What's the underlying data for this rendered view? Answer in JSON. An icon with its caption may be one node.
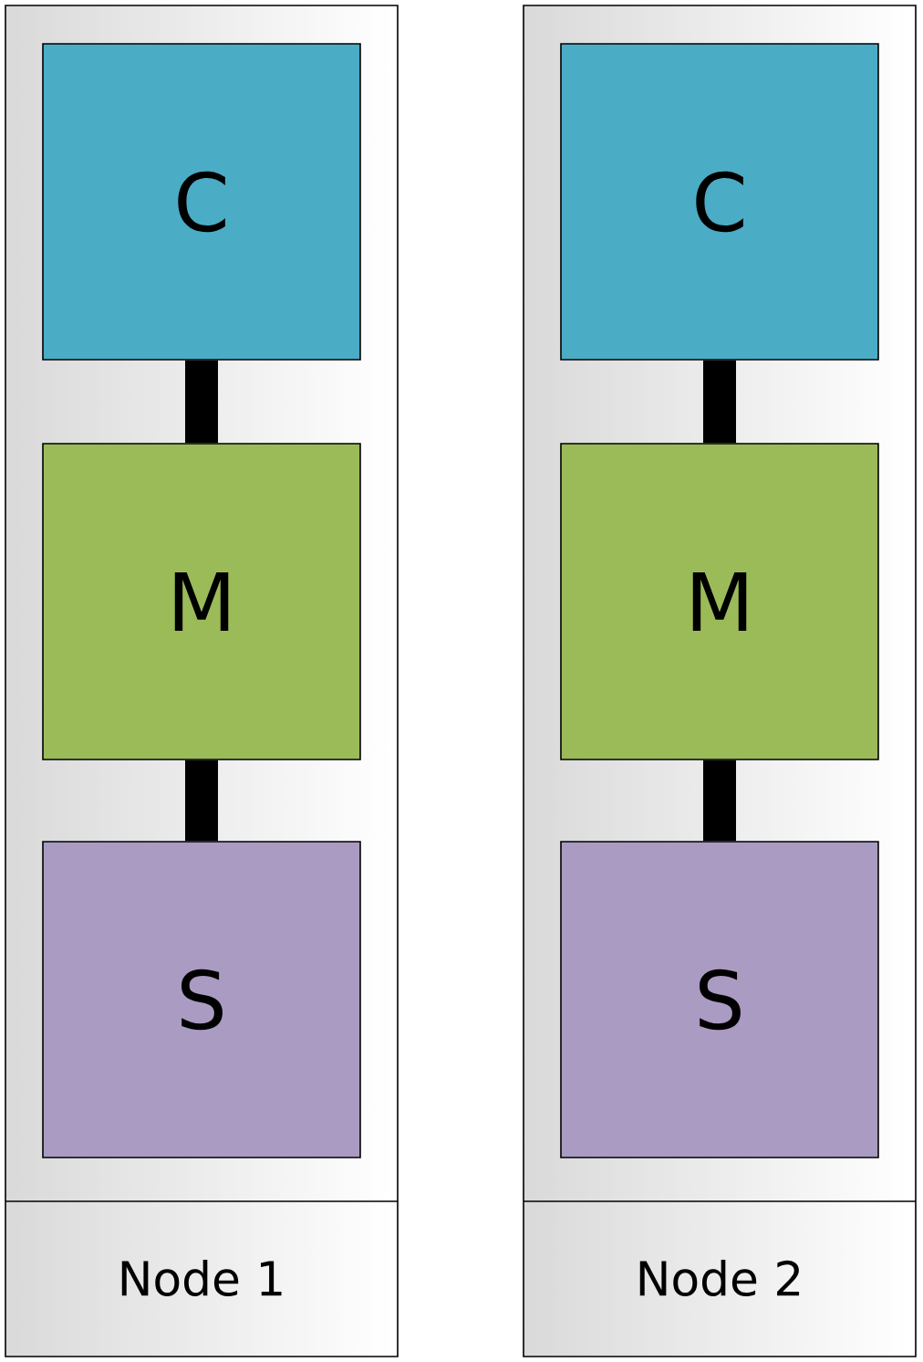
{
  "diagram": {
    "nodes": [
      {
        "text": [
          "Node 1"
        ]
      },
      {
        "text": [
          "C"
        ],
        "in": 0
      },
      {
        "text": [
          "M"
        ],
        "in": 0
      },
      {
        "text": [
          "S"
        ],
        "in": 0
      },
      {
        "text": [
          "Node 2"
        ]
      },
      {
        "text": [
          "C"
        ],
        "in": 4
      },
      {
        "text": [
          "M"
        ],
        "in": 4
      },
      {
        "text": [
          "S"
        ],
        "in": 4
      }
    ],
    "edges": [
      {
        "from": 1,
        "to": 2,
        "arrow": "none"
      },
      {
        "from": 2,
        "to": 3,
        "arrow": "none"
      },
      {
        "from": 5,
        "to": 6,
        "arrow": "none"
      },
      {
        "from": 6,
        "to": 7,
        "arrow": "none"
      }
    ]
  }
}
